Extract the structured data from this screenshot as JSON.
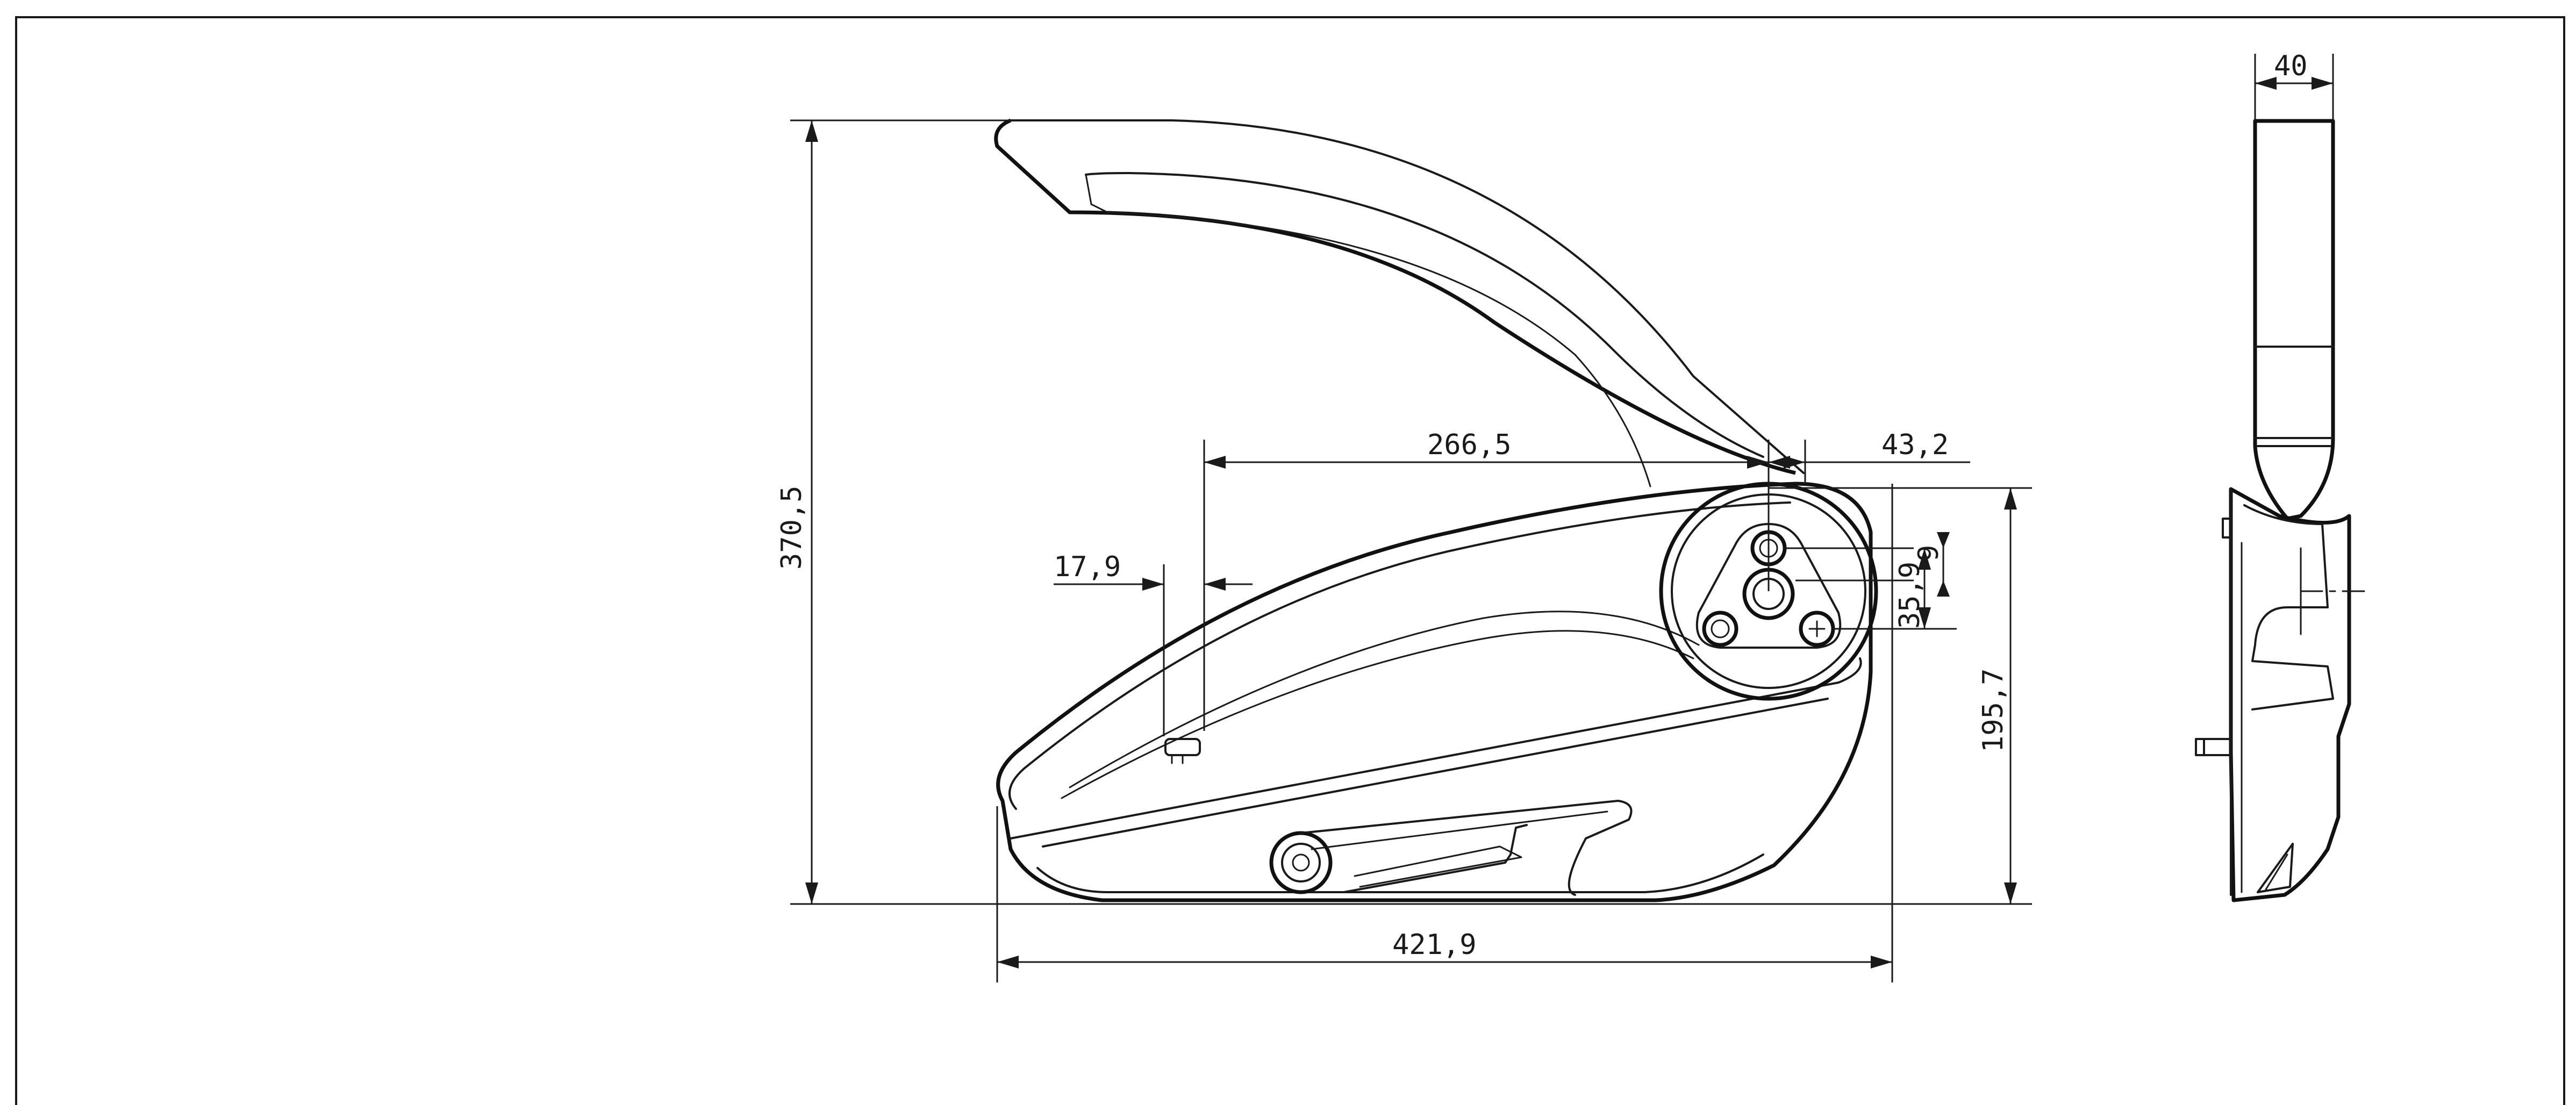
{
  "drawing": {
    "line_color": "#1a1a1a",
    "background": "#ffffff",
    "dimensions": {
      "overall_height": "370,5",
      "overall_width": "421,9",
      "base_height": "195,7",
      "lever_pivot_offset": "266,5",
      "pivot_to_back": "43,2",
      "small_offset": "17,9",
      "pivot_vertical_small": "9",
      "pivot_vertical_large": "35,9",
      "side_thickness": "40"
    }
  }
}
